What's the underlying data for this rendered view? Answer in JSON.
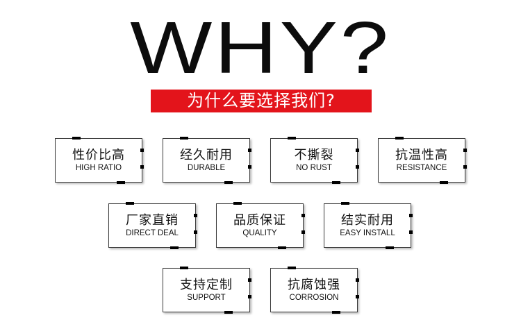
{
  "title": "WHY?",
  "subtitle": "为什么要选择我们?",
  "rows": [
    [
      {
        "zh": "性价比高",
        "en": "HIGH RATIO"
      },
      {
        "zh": "经久耐用",
        "en": "DURABLE"
      },
      {
        "zh": "不撕裂",
        "en": "NO RUST"
      },
      {
        "zh": "抗温性高",
        "en": "RESISTANCE"
      }
    ],
    [
      {
        "zh": "厂家直销",
        "en": "DIRECT DEAL"
      },
      {
        "zh": "品质保证",
        "en": "QUALITY"
      },
      {
        "zh": "结实耐用",
        "en": "EASY INSTALL"
      }
    ],
    [
      {
        "zh": "支持定制",
        "en": "SUPPORT"
      },
      {
        "zh": "抗腐蚀强",
        "en": "CORROSION"
      }
    ]
  ],
  "colors": {
    "banner": "#e3141b",
    "text": "#111111"
  }
}
